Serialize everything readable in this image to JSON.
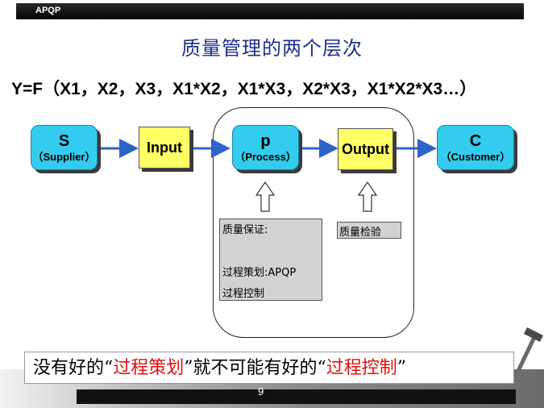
{
  "header": {
    "tag": "APQP"
  },
  "title": "质量管理的两个层次",
  "formula": "Y=F（X1，X2，X3，X1*X2，X1*X3，X2*X3，X1*X2*X3…）",
  "nodes": {
    "supplier": {
      "main": "S",
      "sub": "（Supplier）"
    },
    "input": {
      "main": "Input"
    },
    "process": {
      "main": "p",
      "sub": "（Process）"
    },
    "output": {
      "main": "Output"
    },
    "customer": {
      "main": "C",
      "sub": "（Customer）"
    }
  },
  "notes": {
    "process": {
      "line1": "质量保证:",
      "line2": "过程策划:APQP",
      "line3": "过程控制"
    },
    "output": {
      "line1": "质量检验"
    }
  },
  "quote": {
    "part1": "没有好的“",
    "red1": "过程策划",
    "part2": "”就不可能有好的“",
    "red2": "过程控制",
    "part3": "”"
  },
  "page_number": "9",
  "colors": {
    "title": "#1f2f8a",
    "cyan": "#33ccee",
    "yellow": "#ffff66",
    "arrow": "#2e63c9",
    "red": "#e01010"
  }
}
